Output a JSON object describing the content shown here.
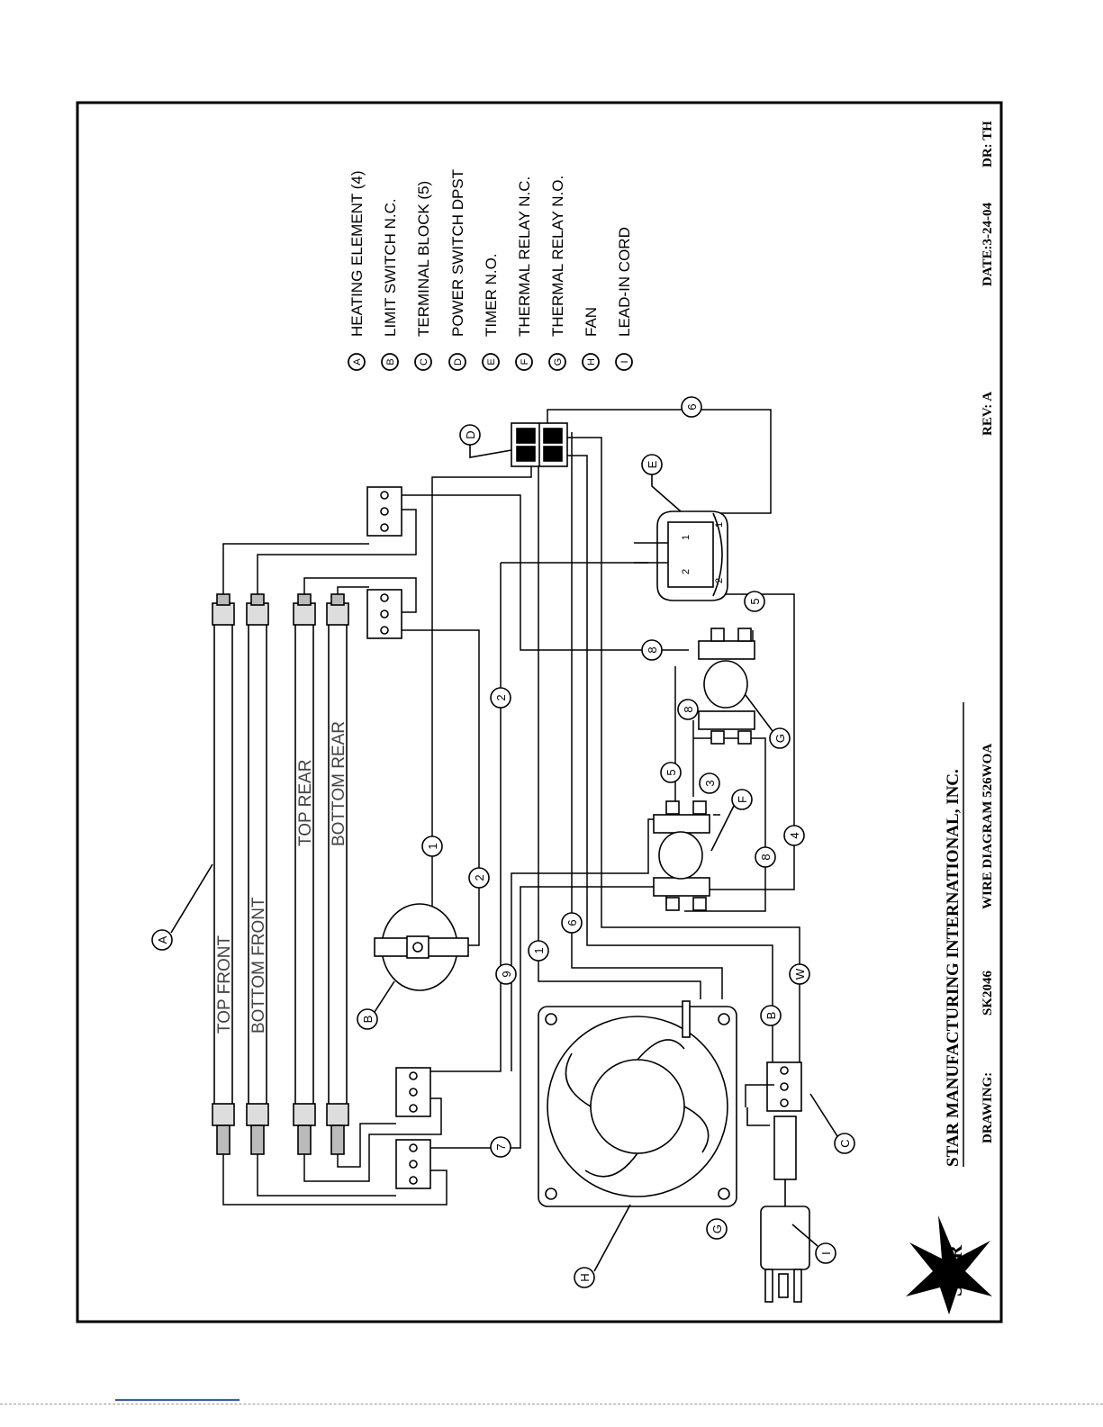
{
  "legend": [
    {
      "letter": "A",
      "text": "HEATING ELEMENT (4)"
    },
    {
      "letter": "B",
      "text": "LIMIT SWITCH N.C."
    },
    {
      "letter": "C",
      "text": "TERMINAL BLOCK (5)"
    },
    {
      "letter": "D",
      "text": "POWER SWITCH DPST"
    },
    {
      "letter": "E",
      "text": "TIMER N.O."
    },
    {
      "letter": "F",
      "text": "THERMAL RELAY N.C."
    },
    {
      "letter": "G",
      "text": "THERMAL RELAY N.O."
    },
    {
      "letter": "H",
      "text": "FAN"
    },
    {
      "letter": "I",
      "text": "LEAD-IN CORD"
    }
  ],
  "elements": {
    "top_front": "TOP FRONT",
    "bottom_front": "BOTTOM FRONT",
    "top_rear": "TOP REAR",
    "bottom_rear": "BOTTOM REAR"
  },
  "callouts": {
    "a": "A",
    "b": "B",
    "c": "C",
    "d": "D",
    "e": "E",
    "f": "F",
    "g": "G",
    "h": "H",
    "i": "I",
    "ground": "G"
  },
  "wires": {
    "w1a": "1",
    "w1b": "1",
    "w2a": "2",
    "w2b": "2",
    "w3": "3",
    "w4": "4",
    "w5a": "5",
    "w5b": "5",
    "w6a": "6",
    "w6b": "6",
    "w7": "7",
    "w8a": "8",
    "w8b": "8",
    "w8c": "8",
    "w9": "9",
    "wB": "B",
    "wW": "W"
  },
  "timer": {
    "t1": "1",
    "t2": "2",
    "t2b": "2",
    "t1b": "1"
  },
  "title_block": {
    "company": "STAR MANUFACTURING INTERNATIONAL, INC.",
    "drawing_label": "DRAWING:",
    "drawing_no": "SK2046",
    "title": "WIRE DIAGRAM 526WOA",
    "rev": "REV: A",
    "date": "DATE:3-24-04",
    "drawn_by": "DR: TH"
  },
  "logo_text": "STAR",
  "colors": {
    "ink": "#000000",
    "tube_text": "#444444",
    "link": "#2a5bd7"
  }
}
